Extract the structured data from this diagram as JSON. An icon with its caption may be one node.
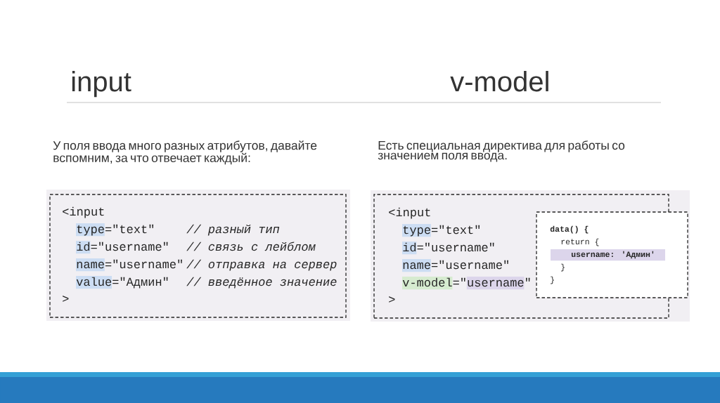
{
  "diagram": {
    "nodes": [
      {
        "text": [
          "<input",
          "type=\"text\"",
          "// разный тип",
          "id=\"username\"",
          "// связь с лейблом",
          "name=\"username\"",
          "// отправка на сервер",
          "value=\"Админ\"",
          "// введённое значение",
          ">"
        ]
      },
      {
        "text": [
          "<input",
          "type=\"text\"",
          "id=\"username\"",
          "name=\"username\"",
          "v-model=\"username\"",
          ">"
        ]
      },
      {
        "text": [
          "data() {",
          "return {",
          "username: 'Админ'",
          "}",
          "}"
        ],
        "in": 1
      }
    ],
    "labels": [
      "input",
      "v-model",
      "У поля ввода много разных атрибутов, давайте вспомним, за что отвечает каждый:",
      "Есть специальная директива для работы со значением поля ввода."
    ]
  }
}
